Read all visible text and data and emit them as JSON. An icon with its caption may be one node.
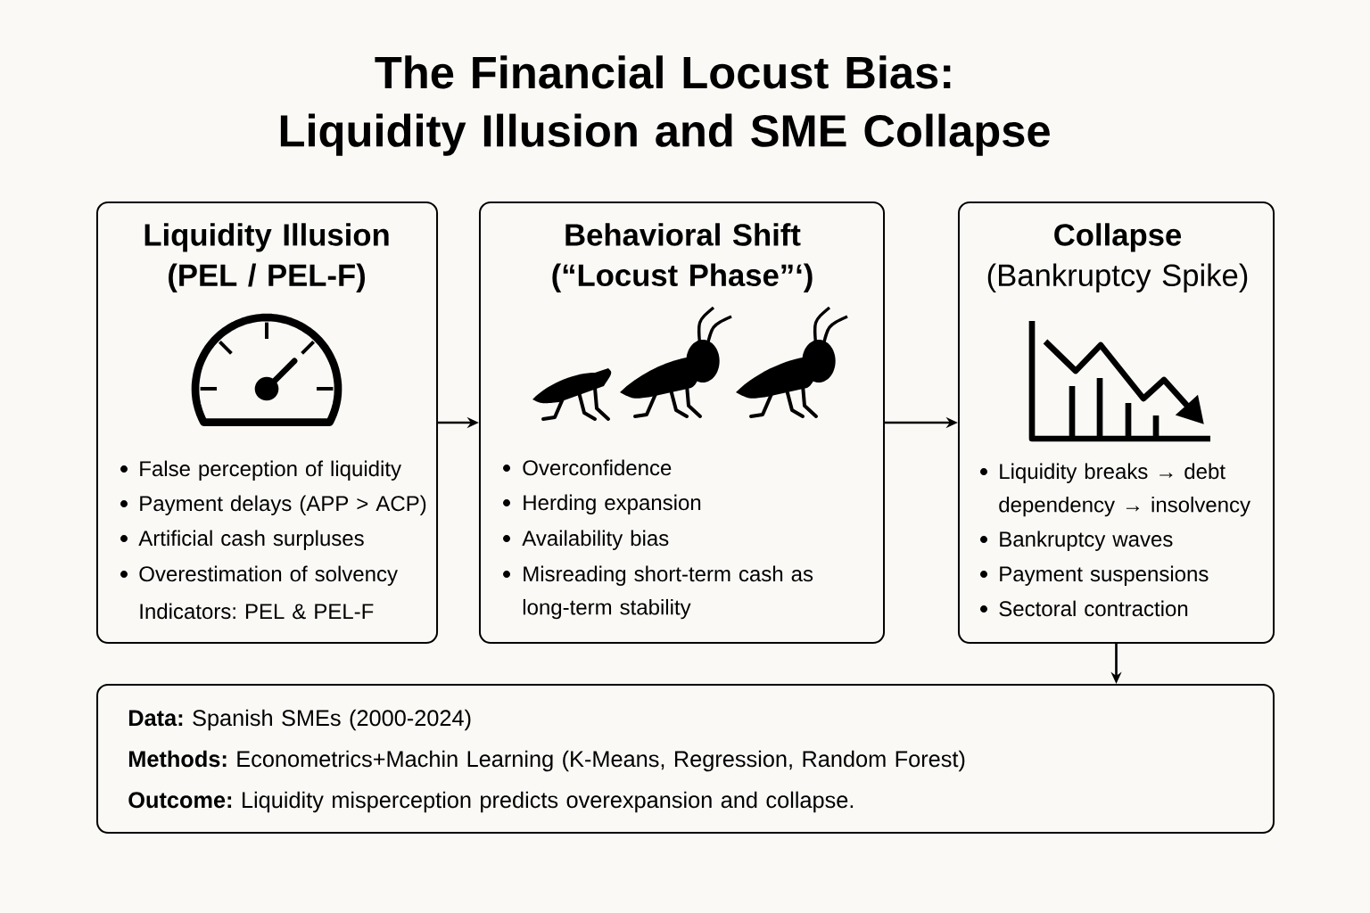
{
  "diagram": {
    "title": "The Financial Locust Bias: Liquidity Illusion and SME Collapse",
    "nodes": [
      {
        "text": [
          "Liquidity Illusion (PEL / PEL-F)",
          "False perception of liquidity",
          "Payment delays (APP > ACP)",
          "Artificial cash surpluses",
          "Overestimation of solvency",
          "Indicators: PEL & PEL-F"
        ]
      },
      {
        "text": [
          "Behavioral Shift (“Locust Phase”‘)",
          "Overconfidence",
          "Herding expansion",
          "Availability bias",
          "Misreading short-term cash as long-term stability"
        ]
      },
      {
        "text": [
          "**Collapse** (Bankruptcy Spike)",
          "Liquidity breaks → debt dependency → insolvency",
          "Bankruptcy waves",
          "Payment suspensions",
          "Sectoral contraction"
        ]
      },
      {
        "text": [
          "**Data:** Spanish SMEs (2000-2024)",
          "**Methods:** Econometrics+Machin Learning (K-Means, Regression, Random Forest)",
          "**Outcome:** Liquidity misperception predicts overexpansion and collapse."
        ]
      }
    ],
    "edges": [
      {
        "from": 0,
        "to": 1,
        "arrow": "to"
      },
      {
        "from": 1,
        "to": 2,
        "arrow": "to"
      },
      {
        "from": 2,
        "to": 3,
        "arrow": "to"
      }
    ]
  }
}
